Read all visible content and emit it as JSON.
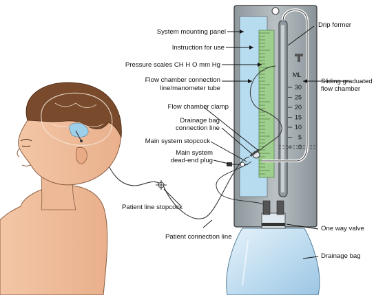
{
  "labels": {
    "system_mounting_panel": "System mounting panel",
    "instruction_for_use": "Instruction for use",
    "pressure_scales": "Pressure scales CH H O mm Hg",
    "flow_chamber_connection_1": "Flow chamber connection",
    "flow_chamber_connection_2": "line/manometer tube",
    "flow_chamber_clamp": "Flow chamber clamp",
    "drainage_bag_connection_1": "Drainage bag",
    "drainage_bag_connection_2": "connection line",
    "main_system_stopcock": "Main system stopcock",
    "dead_end_plug_1": "Main system",
    "dead_end_plug_2": "dead-end plug",
    "patient_line_stopcock": "Patient line stopcock",
    "patient_connection_line": "Patient connection line",
    "drip_former": "Drip former",
    "sliding_chamber_1": "Sliding graduated",
    "sliding_chamber_2": "flow chamber",
    "one_way_valve": "One way valve",
    "drainage_bag": "Drainage bag"
  },
  "scale": {
    "unit": "ML",
    "ticks": [
      "30",
      "25",
      "20",
      "15",
      "10",
      "5",
      "0"
    ]
  }
}
